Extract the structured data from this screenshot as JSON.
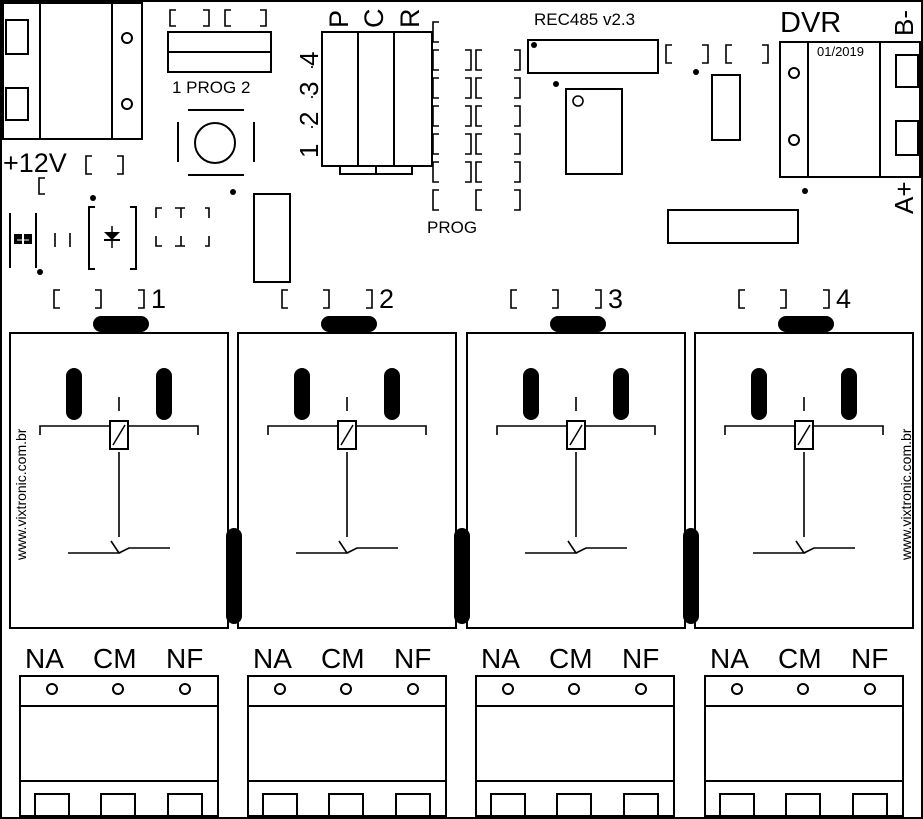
{
  "power": {
    "label": "+12V"
  },
  "prog_header": {
    "label": "1 PROG 2"
  },
  "pcr_header": {
    "letters": [
      "P",
      "C",
      "R"
    ],
    "numbers": [
      "4",
      "3",
      "2",
      "1"
    ]
  },
  "module": {
    "label": "REC485 v2.3"
  },
  "prog_pins": {
    "label": "PROG"
  },
  "dvr": {
    "title": "DVR",
    "date": "01/2019",
    "pin_b": "B-",
    "pin_a": "A+"
  },
  "relays": [
    {
      "number": "1",
      "terminals": [
        "NA",
        "CM",
        "NF"
      ]
    },
    {
      "number": "2",
      "terminals": [
        "NA",
        "CM",
        "NF"
      ]
    },
    {
      "number": "3",
      "terminals": [
        "NA",
        "CM",
        "NF"
      ]
    },
    {
      "number": "4",
      "terminals": [
        "NA",
        "CM",
        "NF"
      ]
    }
  ],
  "website": "www.vixtronic.com.br"
}
